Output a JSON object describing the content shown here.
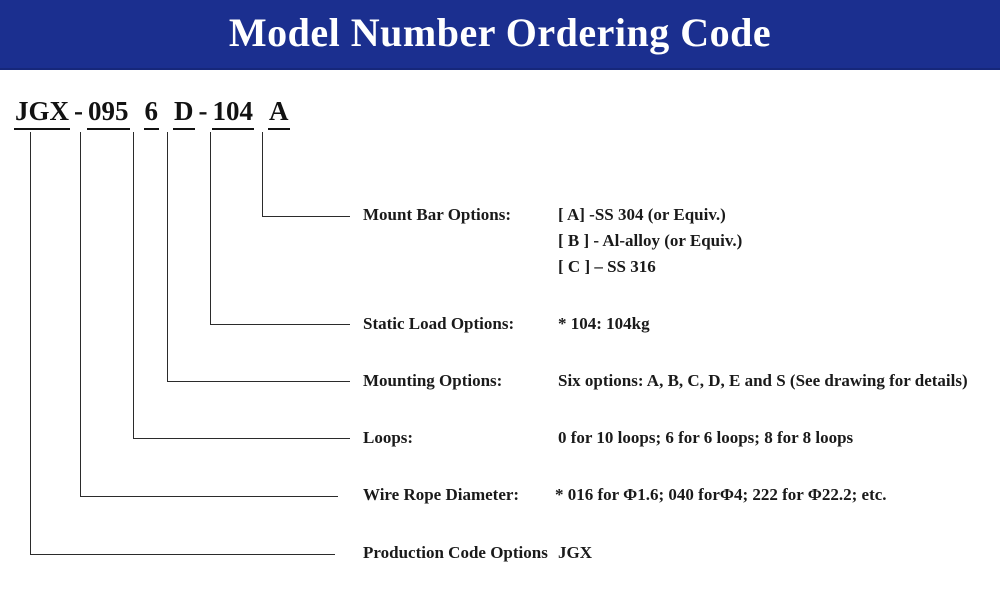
{
  "banner": {
    "title": "Model Number Ordering Code",
    "background_color": "#1b2f8f",
    "text_color": "#ffffff"
  },
  "model_code": {
    "full": "JGX - 095 6 D - 104 A",
    "segments": [
      {
        "text": "JGX",
        "underlined": true
      },
      {
        "text": "-",
        "underlined": false
      },
      {
        "text": "095",
        "underlined": true
      },
      {
        "text": "6",
        "underlined": true
      },
      {
        "text": "D",
        "underlined": true
      },
      {
        "text": "-",
        "underlined": false
      },
      {
        "text": "104",
        "underlined": true
      },
      {
        "text": "A",
        "underlined": true
      }
    ]
  },
  "callouts": [
    {
      "label": "Mount Bar Options:",
      "values": [
        "[ A] -SS 304 (or Equiv.)",
        "[ B ] - Al-alloy (or Equiv.)",
        "[ C ] – SS 316"
      ]
    },
    {
      "label": "Static Load Options:",
      "values": [
        "* 104: 104kg"
      ]
    },
    {
      "label": "Mounting Options:",
      "values": [
        "Six options: A, B, C, D, E and S (See drawing for details)"
      ]
    },
    {
      "label": "Loops:",
      "values": [
        "0 for 10 loops; 6 for 6 loops; 8 for 8 loops"
      ]
    },
    {
      "label": "Wire Rope Diameter:",
      "values": [
        "* 016 for Φ1.6; 040 forΦ4; 222 for Φ22.2; etc."
      ]
    },
    {
      "label": "Production Code Options",
      "values": [
        "JGX"
      ]
    }
  ]
}
